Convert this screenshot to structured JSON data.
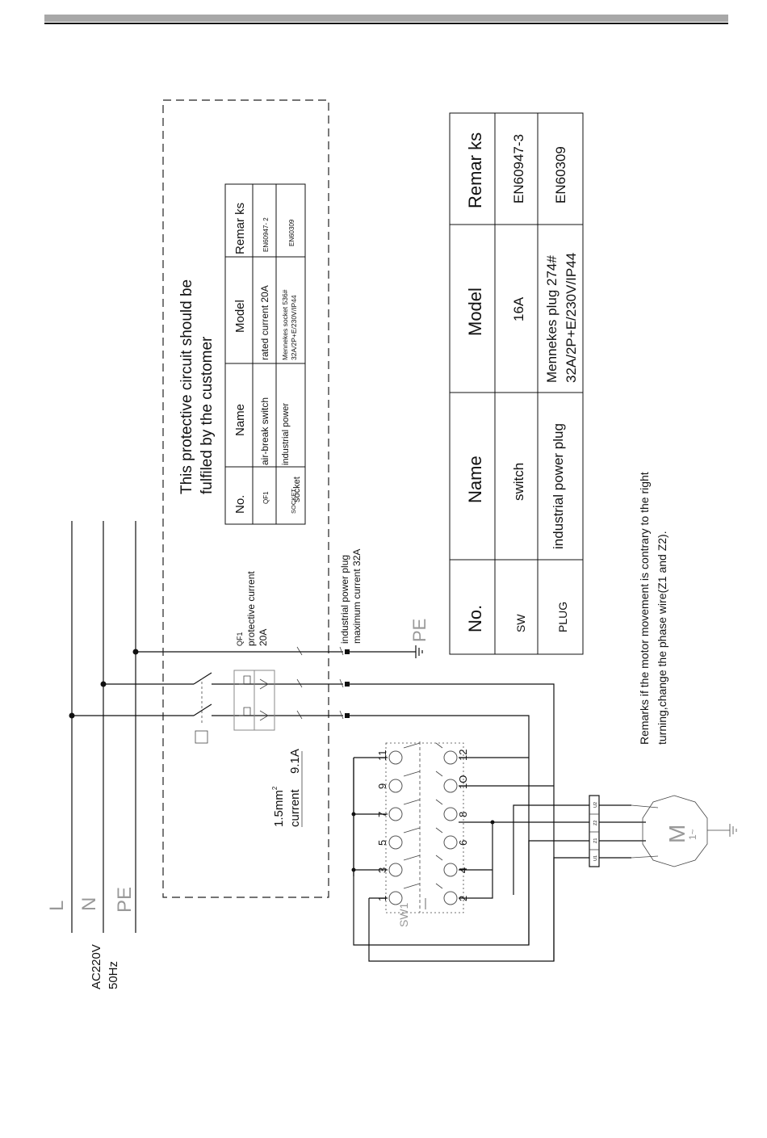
{
  "supply": {
    "L": "L",
    "N": "N",
    "PE": "PE",
    "voltage": "AC220V",
    "freq": "50Hz"
  },
  "protective_note": {
    "line1": "This protective circuit should be",
    "line2": "fulfiled by the customer"
  },
  "qf1_label": {
    "line1": "QF1",
    "line2": "protective current",
    "line3": "20A"
  },
  "plug_label": {
    "line1": "industrial power plug",
    "line2": "maximum current   32A"
  },
  "pe_terminal": "PE",
  "cable": {
    "section": "1.5mm",
    "sup": "2",
    "current_label": "current",
    "current_value": "9.1A"
  },
  "sw1": "SW1",
  "contacts_top": [
    "1",
    "3",
    "5",
    "7",
    "9",
    "11"
  ],
  "contacts_bottom": [
    "2",
    "4",
    "6",
    "8",
    "1O",
    "12"
  ],
  "terminals": [
    "U1",
    "Z1",
    "Z2",
    "U2"
  ],
  "motor": {
    "symbol": "M",
    "phase": "1~"
  },
  "small_table": {
    "headers": [
      "No.",
      "Name",
      "Model",
      "Remar ks"
    ],
    "rows": [
      [
        "QF1",
        "air-break switch",
        "rated current 20A",
        "EN60947- 2"
      ],
      [
        "SOCKET",
        "industrial power socket",
        "Mennekes socket 536# 32A/2P+E/230V/IP44",
        "EN60309"
      ]
    ]
  },
  "big_table": {
    "headers": [
      "No.",
      "Name",
      "Model",
      "Remar ks"
    ],
    "rows": [
      [
        "SW",
        "switch",
        "16A",
        "EN60947-3"
      ],
      [
        "PLUG",
        "industrial power plug",
        "Mennekes plug 274# 32A/2P+E/230V/IP44",
        "EN60309"
      ]
    ]
  },
  "remarks": {
    "line1": "Remarks   if the motor movement is contrary to the right",
    "line2": "turning,change the phase wire(Z1 and Z2)."
  }
}
